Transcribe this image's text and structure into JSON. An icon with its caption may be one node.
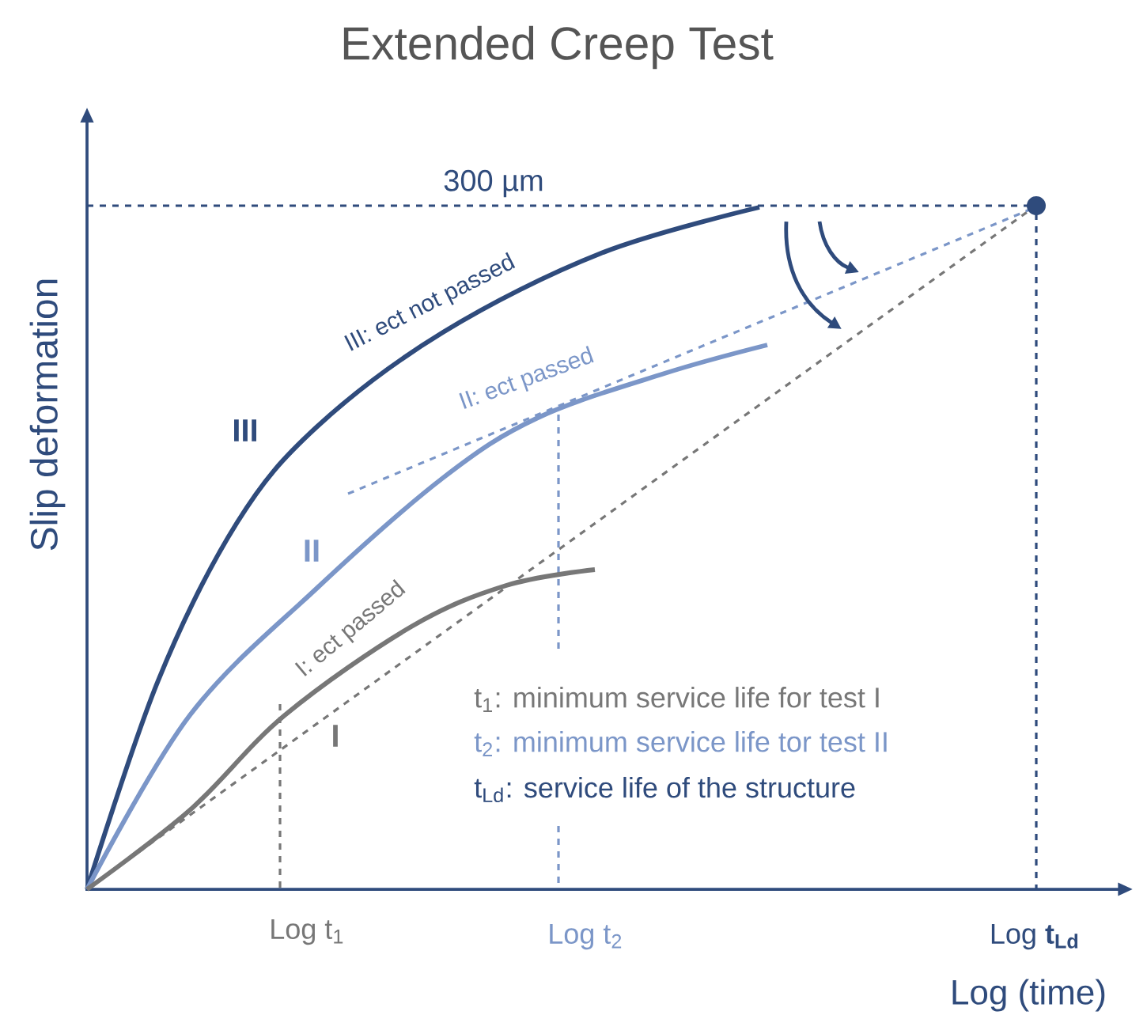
{
  "diagram": {
    "title": "Extended Creep Test",
    "labels": [
      "Slip deformation",
      "300 µm",
      "III: ect not passed",
      "III",
      "II: ect passed",
      "II",
      "I: ect passed",
      "I",
      "t$_{1}$: minimum service life for test I",
      "t$_{2}$: minimum service life tor test II",
      "t$_{Ld}$: service life of the structure",
      "Log t$_{1}$",
      "Log t$_{2}$",
      "Log **t$_{Ld}$**",
      "Log (time)"
    ]
  }
}
